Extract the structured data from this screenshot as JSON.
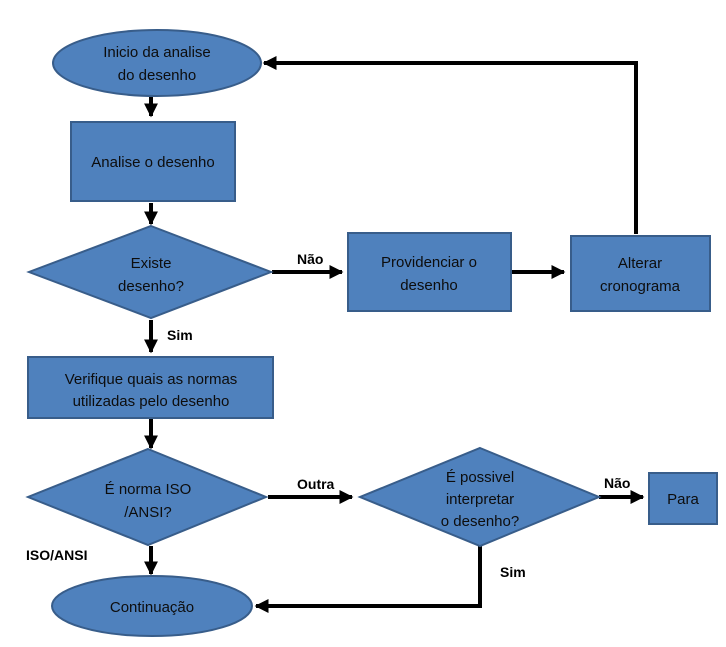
{
  "nodes": {
    "start": {
      "line1": "Inicio da analise",
      "line2": "do desenho"
    },
    "analyze": {
      "label": "Analise o desenho"
    },
    "exists": {
      "line1": "Existe",
      "line2": "desenho?"
    },
    "provide": {
      "line1": "Providenciar o",
      "line2": "desenho"
    },
    "schedule": {
      "line1": "Alterar",
      "line2": "cronograma"
    },
    "verify": {
      "line1": "Verifique  quais as normas",
      "line2": "utilizadas pelo desenho"
    },
    "iso": {
      "line1": "É norma ISO",
      "line2": "/ANSI?"
    },
    "interpret": {
      "line1": "É possivel",
      "line2": "interpretar",
      "line3": "o desenho?"
    },
    "stop": {
      "label": "Para"
    },
    "continue": {
      "label": "Continuação"
    }
  },
  "edge_labels": {
    "exists_no": "Não",
    "exists_yes": "Sim",
    "iso_other": "Outra",
    "iso_yes": "ISO/ANSI",
    "interpret_no": "Não",
    "interpret_yes": "Sim"
  },
  "colors": {
    "shape_fill": "#4f81bd",
    "shape_stroke": "#385d8a",
    "edge": "#000000"
  }
}
